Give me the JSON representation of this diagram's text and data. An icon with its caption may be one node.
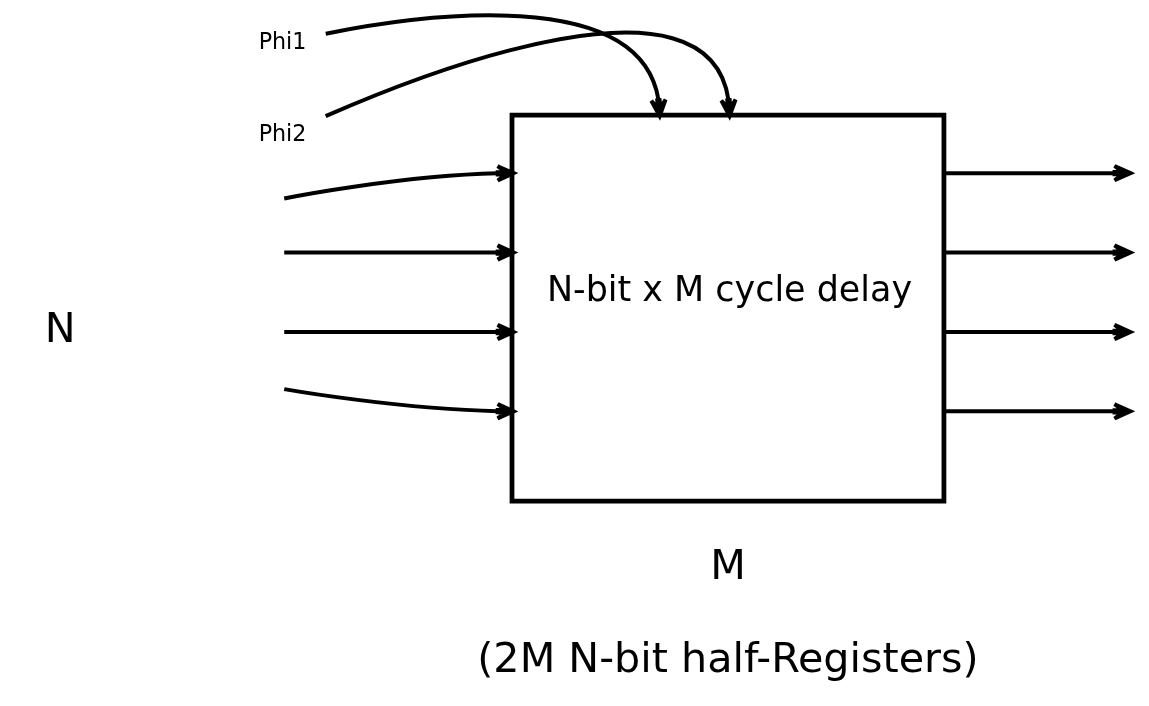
{
  "diagram": {
    "nodes": [
      {
        "text": [
          "Phi1"
        ]
      },
      {
        "text": [
          "Phi2"
        ]
      },
      {
        "text": [
          "N-bit x M cycle delay"
        ]
      }
    ],
    "edges": [
      {
        "from": 0,
        "to": 2,
        "arrow": "to"
      },
      {
        "from": 1,
        "to": 2,
        "arrow": "to"
      },
      {
        "from": null,
        "to": 2,
        "arrow": "to"
      },
      {
        "from": null,
        "to": 2,
        "arrow": "to"
      },
      {
        "from": null,
        "to": 2,
        "arrow": "to"
      },
      {
        "from": null,
        "to": 2,
        "arrow": "to"
      },
      {
        "from": 2,
        "to": null,
        "arrow": "to"
      },
      {
        "from": 2,
        "to": null,
        "arrow": "to"
      },
      {
        "from": 2,
        "to": null,
        "arrow": "to"
      },
      {
        "from": 2,
        "to": null,
        "arrow": "to"
      }
    ],
    "labels": [
      "N",
      "M",
      "(2M N-bit half-Registers)"
    ]
  }
}
